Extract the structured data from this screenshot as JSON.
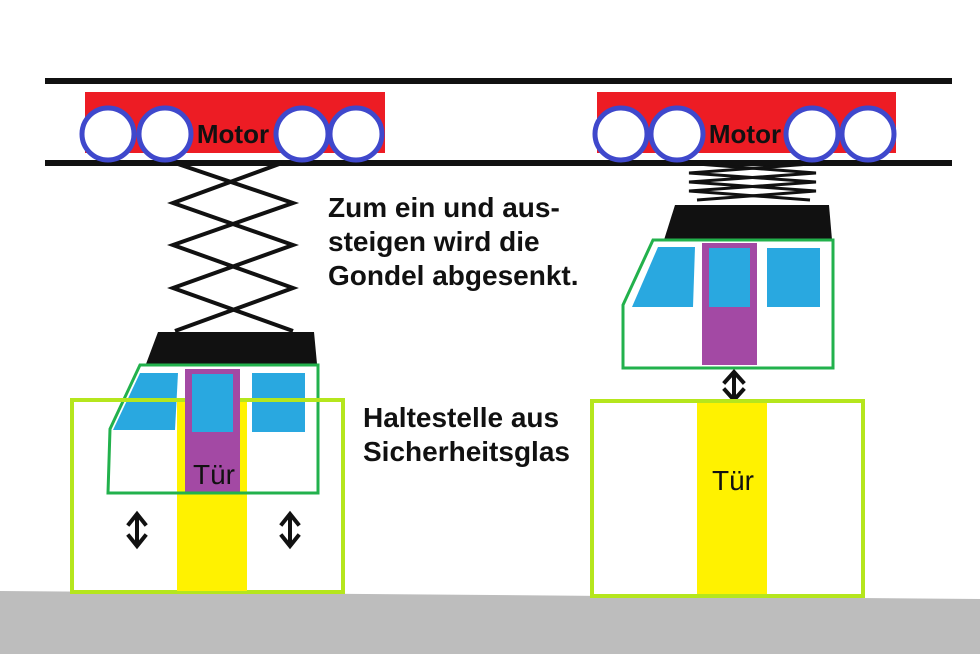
{
  "colors": {
    "ink": "#111111",
    "rail": "#111111",
    "motor_red": "#ED1C24",
    "wheel_fill": "#ffffff",
    "wheel_rim_blue": "#3F48CC",
    "window_blue": "#29A8E0",
    "door_purple": "#A349A4",
    "cabin_green": "#22B14C",
    "cabin_fill": "#ffffff",
    "station_lime": "#B5E61D",
    "door_column_yellow": "#FFF200",
    "ground_gray": "#BDBDBD"
  },
  "labels": {
    "motor": "Motor",
    "door": "Tür"
  },
  "captions": {
    "lowering": {
      "line1": "Zum ein und aus-",
      "line2": "steigen wird die",
      "line3": "Gondel abgesenkt."
    },
    "station": {
      "line1": "Haltestelle aus",
      "line2": "Sicherheitsglas"
    }
  }
}
